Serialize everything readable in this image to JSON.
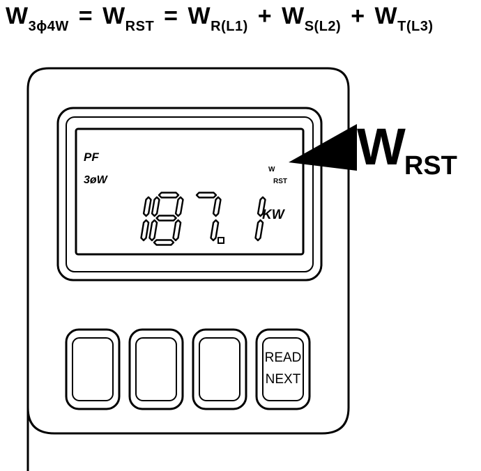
{
  "equation": {
    "lhs_main": "W",
    "lhs_sub": "3ϕ4W",
    "eq1": "=",
    "mid_main": "W",
    "mid_sub": "RST",
    "eq2": "=",
    "t1_main": "W",
    "t1_sub": "R(L1)",
    "plus1": "+",
    "t2_main": "W",
    "t2_sub": "S(L2)",
    "plus2": "+",
    "t3_main": "W",
    "t3_sub": "T(L3)"
  },
  "callout": {
    "main": "W",
    "sub": "RST"
  },
  "display": {
    "pf_label": "PF",
    "mode_label": "3øW",
    "w_indicator_main": "W",
    "w_indicator_sub": "RST",
    "reading": "187.1",
    "unit": "KW"
  },
  "buttons": [
    {
      "label": ""
    },
    {
      "label": ""
    },
    {
      "label": ""
    },
    {
      "label_line1": "READ",
      "label_line2": "NEXT"
    }
  ]
}
